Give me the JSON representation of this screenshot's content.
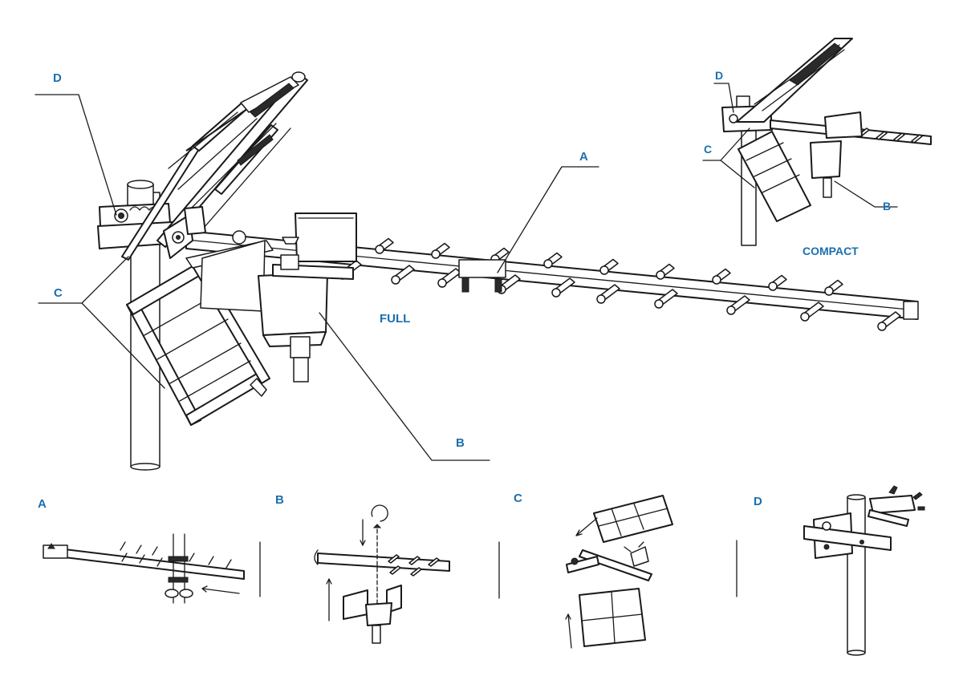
{
  "main_view": {
    "label_full": "FULL",
    "callout_a": "A",
    "callout_b": "B",
    "callout_c": "C",
    "callout_d": "D"
  },
  "compact_view": {
    "label_compact": "COMPACT",
    "callout_b": "B",
    "callout_c": "C",
    "callout_d": "D"
  },
  "steps": [
    {
      "label": "A"
    },
    {
      "label": "B"
    },
    {
      "label": "C"
    },
    {
      "label": "D"
    }
  ],
  "colors": {
    "label": "#1c6fae",
    "line": "#1a1a1a"
  }
}
